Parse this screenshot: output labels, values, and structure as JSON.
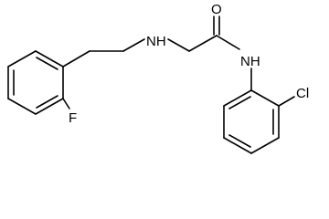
{
  "structure": {
    "atoms": {
      "fluorine": "F",
      "amine_nh": "NH",
      "oxygen": "O",
      "amide_nh": "NH",
      "chlorine": "Cl"
    },
    "colors": {
      "bond": "#000000",
      "label": "#000000",
      "background": "#ffffff"
    }
  }
}
